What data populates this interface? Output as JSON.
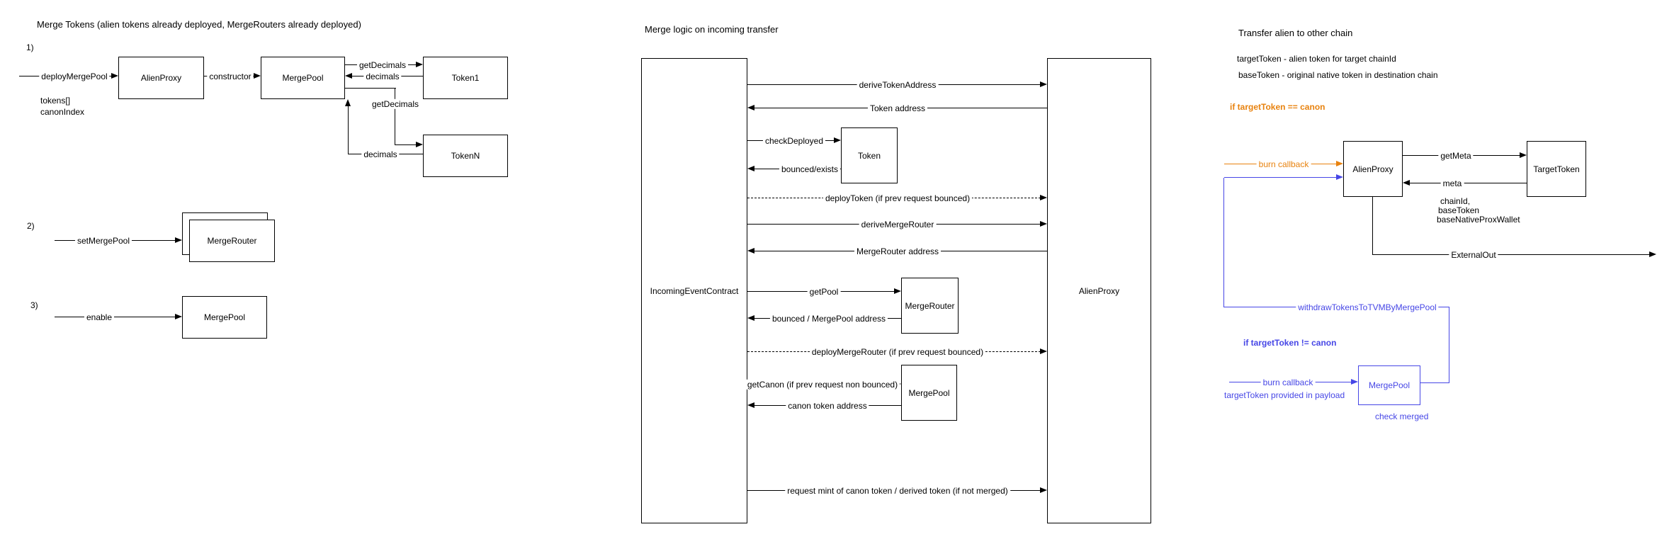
{
  "colors": {
    "orange": "#E8820E",
    "blue": "#4646E6",
    "line": "#000000"
  },
  "sections": {
    "merge_tokens": {
      "title": "Merge Tokens (alien tokens already deployed, MergeRouters already deployed)",
      "step1": {
        "num": "1)",
        "deploy_call": "deployMergePool",
        "params1": "tokens[]",
        "params2": "canonIndex",
        "alien_proxy": "AlienProxy",
        "constructor_call": "constructor",
        "merge_pool": "MergePool",
        "get_decimals_1": "getDecimals",
        "decimals_1": "decimals",
        "token1": "Token1",
        "get_decimals_n": "getDecimals",
        "decimals_n": "decimals",
        "tokenn": "TokenN"
      },
      "step2": {
        "num": "2)",
        "call": "setMergePool",
        "router": "MergeRouter"
      },
      "step3": {
        "num": "3)",
        "call": "enable",
        "pool": "MergePool"
      }
    },
    "merge_logic": {
      "title": "Merge logic on incoming transfer",
      "left_actor": "IncomingEventContract",
      "right_actor": "AlienProxy",
      "token": "Token",
      "merge_router": "MergeRouter",
      "merge_pool": "MergePool",
      "messages": [
        {
          "label": "deriveTokenAddress"
        },
        {
          "label": "Token address"
        },
        {
          "label": "checkDeployed"
        },
        {
          "label": "bounced/exists"
        },
        {
          "label": "deployToken (if prev request bounced)"
        },
        {
          "label": "deriveMergeRouter"
        },
        {
          "label": "MergeRouter address"
        },
        {
          "label": "getPool"
        },
        {
          "label": "bounced / MergePool address"
        },
        {
          "label": "deployMergeRouter (if prev request bounced)"
        },
        {
          "label": "getCanon (if prev request non bounced)"
        },
        {
          "label": "canon token address"
        },
        {
          "label": "request mint of canon token / derived token (if not merged)"
        }
      ]
    },
    "transfer_alien": {
      "title": "Transfer alien to other chain",
      "def_target": "targetToken - alien token for target chainId",
      "def_base": "baseToken - original native token in destination chain",
      "if_canon": "if targetToken == canon",
      "burn_orange": "burn callback",
      "alien_proxy": "AlienProxy",
      "get_meta": "getMeta",
      "meta": "meta",
      "target_token": "TargetToken",
      "payload1": "chainId,",
      "payload2": "baseToken",
      "payload3": "baseNativeProxWallet",
      "external_out": "ExternalOut",
      "withdraw": "withdrawTokensToTVMByMergePool",
      "if_not_canon": "if targetToken != canon",
      "burn_blue": "burn callback",
      "merge_pool": "MergePool",
      "payload_note": "targetToken provided in payload",
      "check_merged": "check merged"
    }
  }
}
